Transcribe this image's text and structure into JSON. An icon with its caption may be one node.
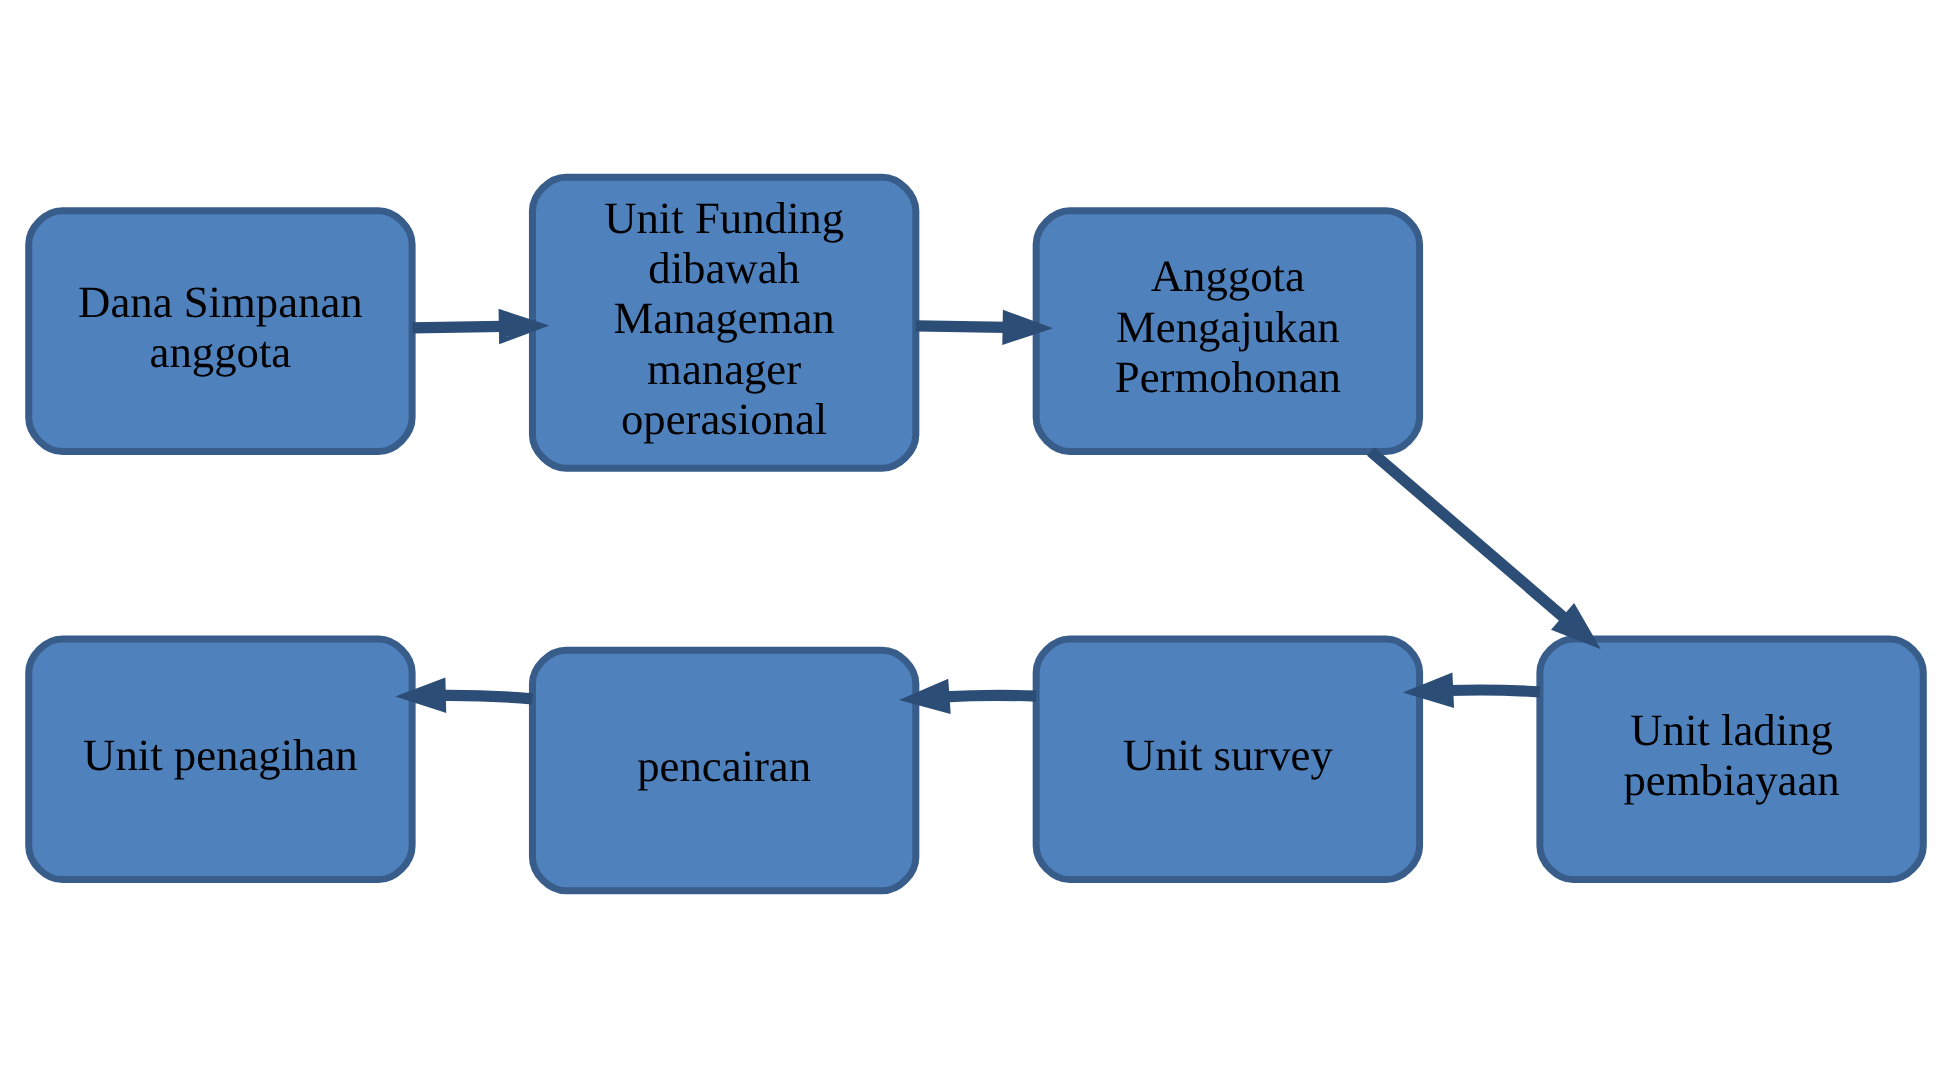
{
  "diagram": {
    "nodes": [
      {
        "text": [
          "Dana Simpanan anggota"
        ]
      },
      {
        "text": [
          "Unit Funding dibawah Manageman manager operasional"
        ]
      },
      {
        "text": [
          "Anggota Mengajukan Permohonan"
        ]
      },
      {
        "text": [
          "Unit lading pembiayaan"
        ]
      },
      {
        "text": [
          "Unit survey"
        ]
      },
      {
        "text": [
          "pencairan"
        ]
      },
      {
        "text": [
          "Unit penagihan"
        ]
      }
    ],
    "edges": [
      {
        "from": 0,
        "to": 1,
        "arrow": "to"
      },
      {
        "from": 1,
        "to": 2,
        "arrow": "to"
      },
      {
        "from": 2,
        "to": 3,
        "arrow": "to"
      },
      {
        "from": 3,
        "to": 4,
        "arrow": "to"
      },
      {
        "from": 4,
        "to": 5,
        "arrow": "to"
      },
      {
        "from": 5,
        "to": 6,
        "arrow": "to"
      }
    ]
  }
}
